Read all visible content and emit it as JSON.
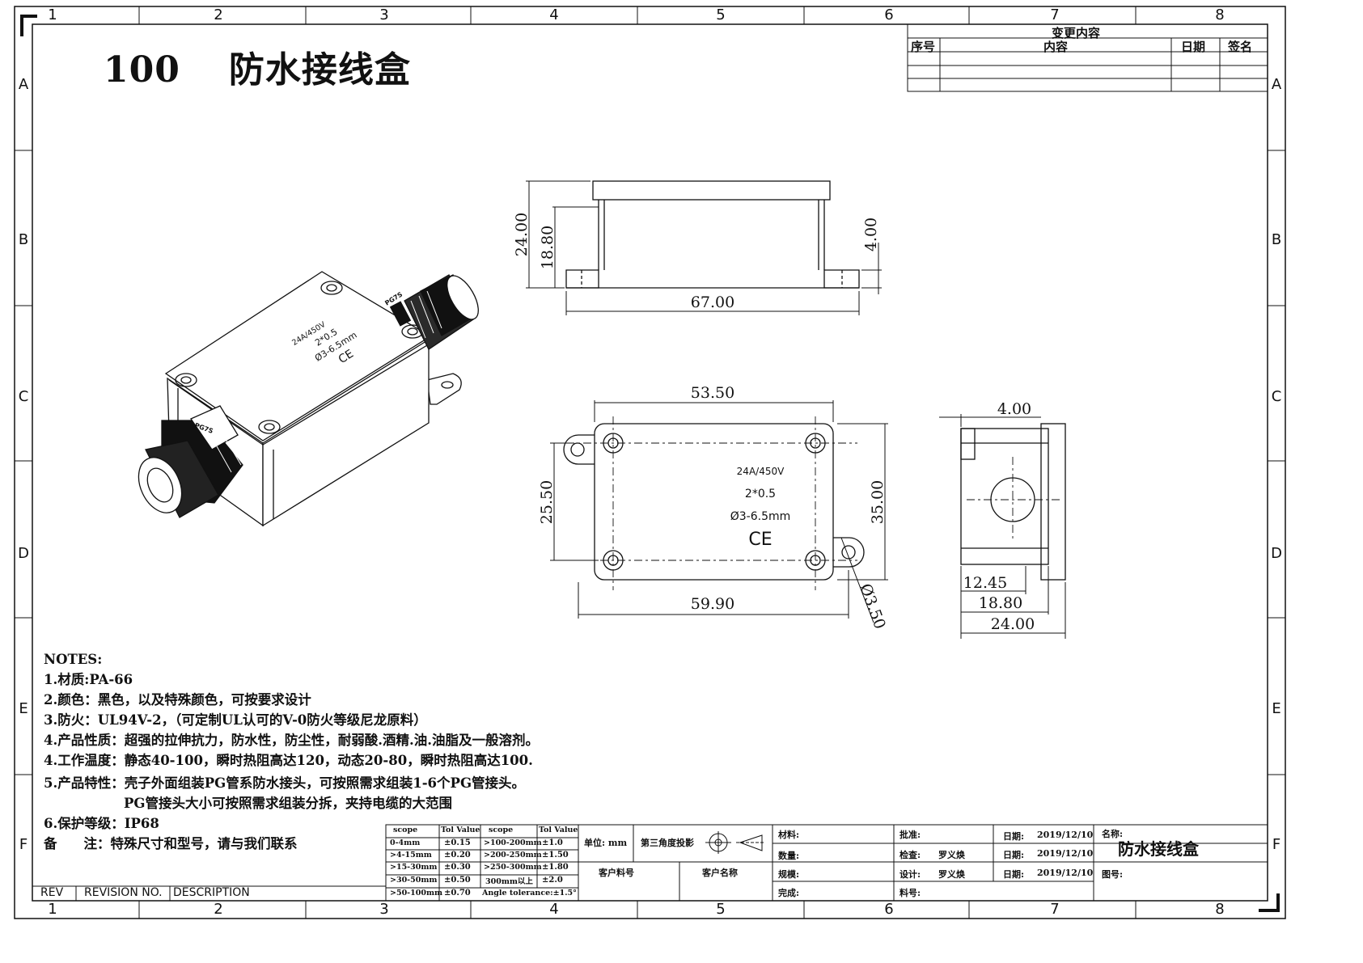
{
  "title": {
    "number": "100",
    "name": "防水接线盒"
  },
  "zones": {
    "columns": [
      "1",
      "2",
      "3",
      "4",
      "5",
      "6",
      "7",
      "8"
    ],
    "rows": [
      "A",
      "B",
      "C",
      "D",
      "E",
      "F"
    ]
  },
  "change_table": {
    "title": "变更内容",
    "headers": [
      "序号",
      "内容",
      "日期",
      "签名"
    ]
  },
  "product_label": {
    "rating": "24A/450V",
    "wire": "2*0.5",
    "cable": "Ø3-6.5mm",
    "mark": "CE",
    "gland": "PG7S"
  },
  "dimensions": {
    "side_overall_height": "24.00",
    "side_body_height": "18.80",
    "side_flange_height": "4.00",
    "side_length": "67.00",
    "top_width": "53.50",
    "top_hole_spacing_y": "25.50",
    "top_depth": "35.00",
    "top_hole_spacing_x": "59.90",
    "top_hole_diameter": "Ø3.50",
    "end_flange": "4.00",
    "end_12_45": "12.45",
    "end_18_80": "18.80",
    "end_24_00": "24.00"
  },
  "notes": {
    "heading": "NOTES:",
    "lines": [
      "1.材质:PA-66",
      "2.颜色：黑色，以及特殊颜色，可按要求设计",
      "3.防火：UL94V-2，（可定制UL认可的V-0防火等级尼龙原料）",
      "4.产品性质：超强的拉伸抗力，防水性，防尘性，耐弱酸.酒精.油.油脂及一般溶剂。",
      "4.工作温度：静态40-100，瞬时热阻高达120，动态20-80，瞬时热阻高达100.",
      "5.产品特性：壳子外面组装PG管系防水接头，可按照需求组装1-6个PG管接头。",
      "　　　　　　PG管接头大小可按照需求组装分拆，夹持电缆的大范围",
      "6.保护等级：IP68",
      "备　　注：特殊尺寸和型号，请与我们联系"
    ]
  },
  "revision_bar": {
    "rev": "REV",
    "revision_no": "REVISION NO.",
    "description": "DESCRIPTION"
  },
  "tolerance": {
    "headers": [
      "scope",
      "Tol Value",
      "scope",
      "Tol Value"
    ],
    "rows": [
      [
        "0-4mm",
        "±0.15",
        ">100-200mm",
        "±1.0"
      ],
      [
        ">4-15mm",
        "±0.20",
        ">200-250mm",
        "±1.50"
      ],
      [
        ">15-30mm",
        "±0.30",
        ">250-300mm",
        "±1.80"
      ],
      [
        ">30-50mm",
        "±0.50",
        "300mm以上",
        "±2.0"
      ],
      [
        ">50-100mm",
        "±0.70",
        "Angle tolerance:±1.5°",
        ""
      ]
    ]
  },
  "title_block": {
    "unit": "单位: mm",
    "projection": "第三角度投影",
    "customer_part": "客户料号",
    "customer_name": "客户名称",
    "material": "材料:",
    "quantity": "数量:",
    "spec": "规模:",
    "finish": "完成:",
    "approve": "批准:",
    "check": "检查:",
    "checker": "罗义焕",
    "design": "设计:",
    "designer": "罗义焕",
    "part_no": "料号:",
    "date_label": "日期:",
    "date": "2019/12/10",
    "name_label": "名称:",
    "name": "防水接线盒",
    "drawing_no": "图号:"
  }
}
